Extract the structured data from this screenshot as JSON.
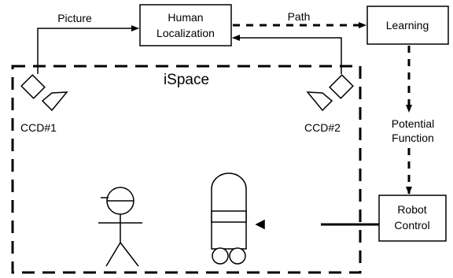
{
  "nodes": {
    "human_localization": [
      "Human",
      "Localization"
    ],
    "learning": "Learning",
    "robot_control": [
      "Robot",
      "Control"
    ]
  },
  "labels": {
    "picture": "Picture",
    "path": "Path",
    "potential_function": [
      "Potential",
      "Function"
    ],
    "ispace": "iSpace",
    "ccd1": "CCD#1",
    "ccd2": "CCD#2"
  }
}
